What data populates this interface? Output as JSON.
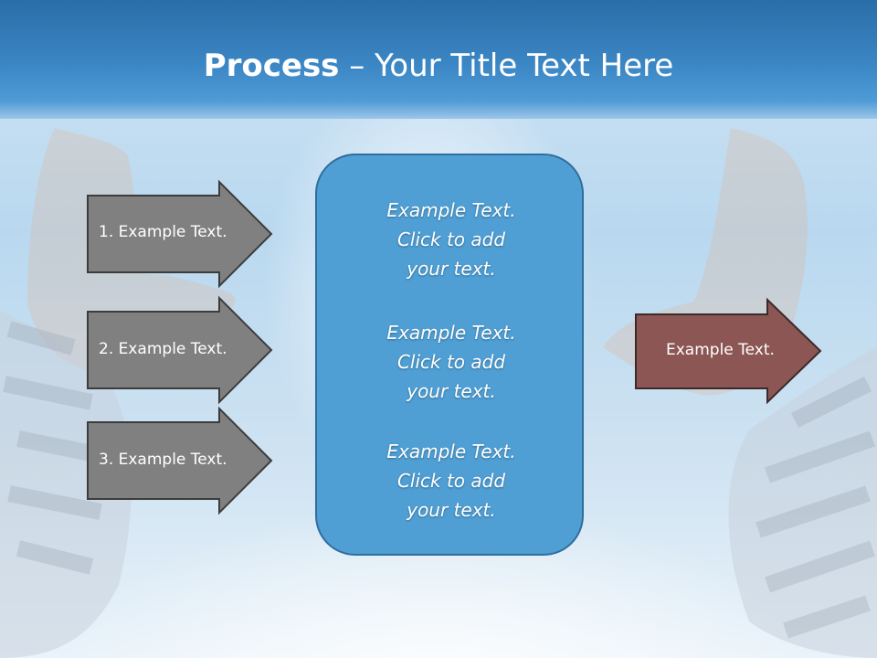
{
  "slide": {
    "title_bold": "Process",
    "title_rest": " – Your Title Text Here"
  },
  "inputs": [
    {
      "label": "1. Example Text."
    },
    {
      "label": "2. Example Text."
    },
    {
      "label": "3. Example Text."
    }
  ],
  "center": {
    "blocks": [
      {
        "line1": "Example Text.",
        "line2": "Click  to add",
        "line3": "your text."
      },
      {
        "line1": "Example Text.",
        "line2": "Click  to add",
        "line3": "your text."
      },
      {
        "line1": "Example Text.",
        "line2": "Click  to add",
        "line3": "your text."
      }
    ]
  },
  "output": {
    "label": "Example Text."
  },
  "colors": {
    "header": "#3b86c4",
    "input_arrow": "#808080",
    "center_box": "#4f9fd5",
    "output_arrow": "#8c5654"
  }
}
